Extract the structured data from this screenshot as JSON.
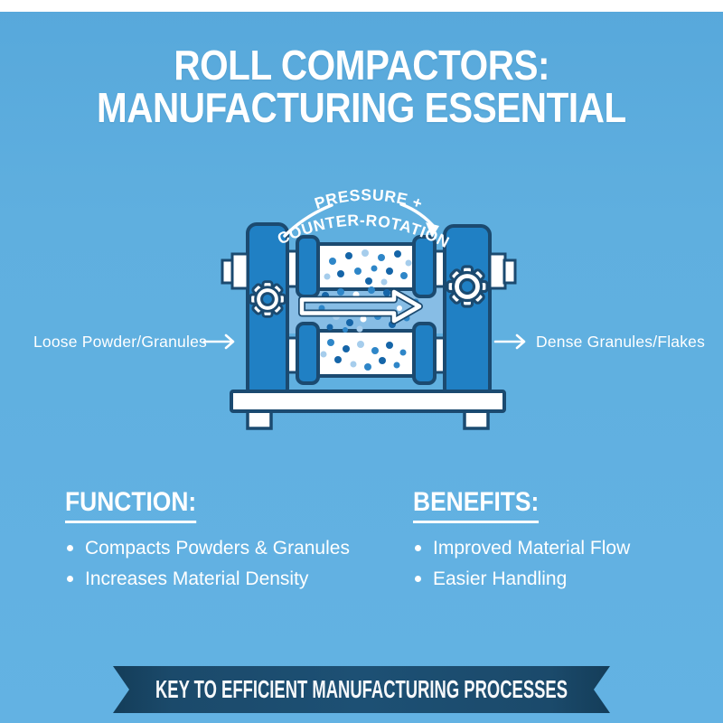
{
  "colors": {
    "background_blue": "#5fafdf",
    "machine_blue": "#2080c4",
    "outline_navy": "#1b4a70",
    "panel_light_blue": "#87bde5",
    "banner_navy": "#1b4a6b",
    "text_white": "#ffffff"
  },
  "title": {
    "line1": "ROLL COMPACTORS:",
    "line2": "MANUFACTURING ESSENTIAL"
  },
  "diagram": {
    "arc_line1": "PRESSURE +",
    "arc_line2": "COUNTER-ROTATION",
    "input_label": "Loose Powder/Granules",
    "output_label": "Dense Granules/Flakes"
  },
  "function_section": {
    "heading": "FUNCTION:",
    "items": [
      "Compacts Powders & Granules",
      "Increases Material Density"
    ]
  },
  "benefits_section": {
    "heading": "BENEFITS:",
    "items": [
      "Improved Material Flow",
      "Easier Handling"
    ]
  },
  "footer_banner": {
    "text": "KEY TO EFFICIENT MANUFACTURING PROCESSES"
  }
}
